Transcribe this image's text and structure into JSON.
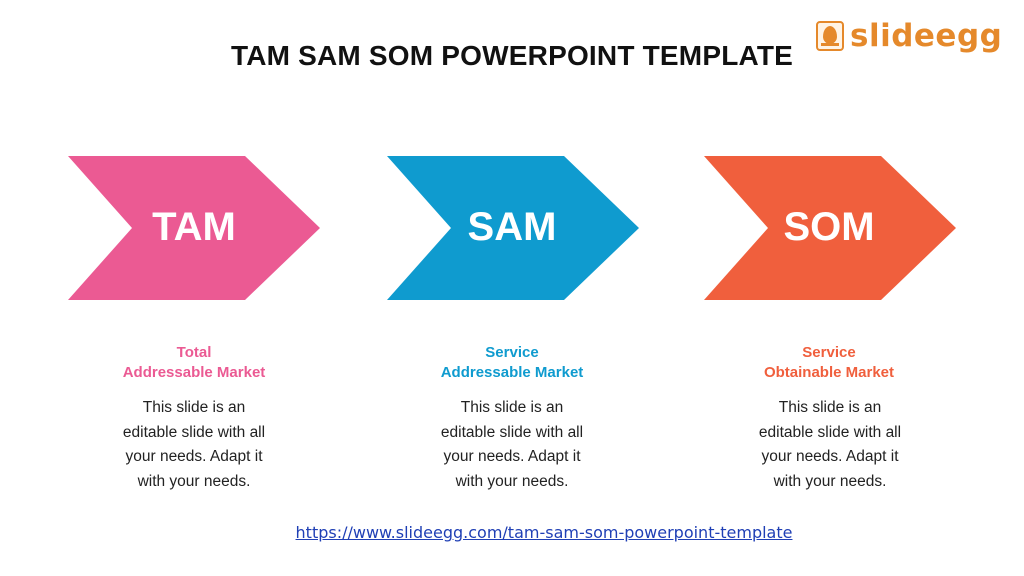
{
  "title": "TAM SAM SOM POWERPOINT TEMPLATE",
  "logo": {
    "text": "slideegg",
    "icon": "egg-icon",
    "color": "#e5892b"
  },
  "cards": [
    {
      "abbr": "TAM",
      "subtitle_line1": "Total",
      "subtitle_line2": "Addressable Market",
      "desc_lines": [
        "This slide is an",
        "editable slide with all",
        "your needs. Adapt it",
        "with your needs."
      ],
      "color": "#eb5a93"
    },
    {
      "abbr": "SAM",
      "subtitle_line1": "Service",
      "subtitle_line2": "Addressable Market",
      "desc_lines": [
        "This slide is an",
        "editable slide with all",
        "your needs. Adapt it",
        "with your needs."
      ],
      "color": "#0f9bcf"
    },
    {
      "abbr": "SOM",
      "subtitle_line1": "Service",
      "subtitle_line2": "Obtainable Market",
      "desc_lines": [
        "This slide is an",
        "editable slide with all",
        "your needs. Adapt it",
        "with your needs."
      ],
      "color": "#f05f3d"
    }
  ],
  "link": "https://www.slideegg.com/tam-sam-som-powerpoint-template"
}
